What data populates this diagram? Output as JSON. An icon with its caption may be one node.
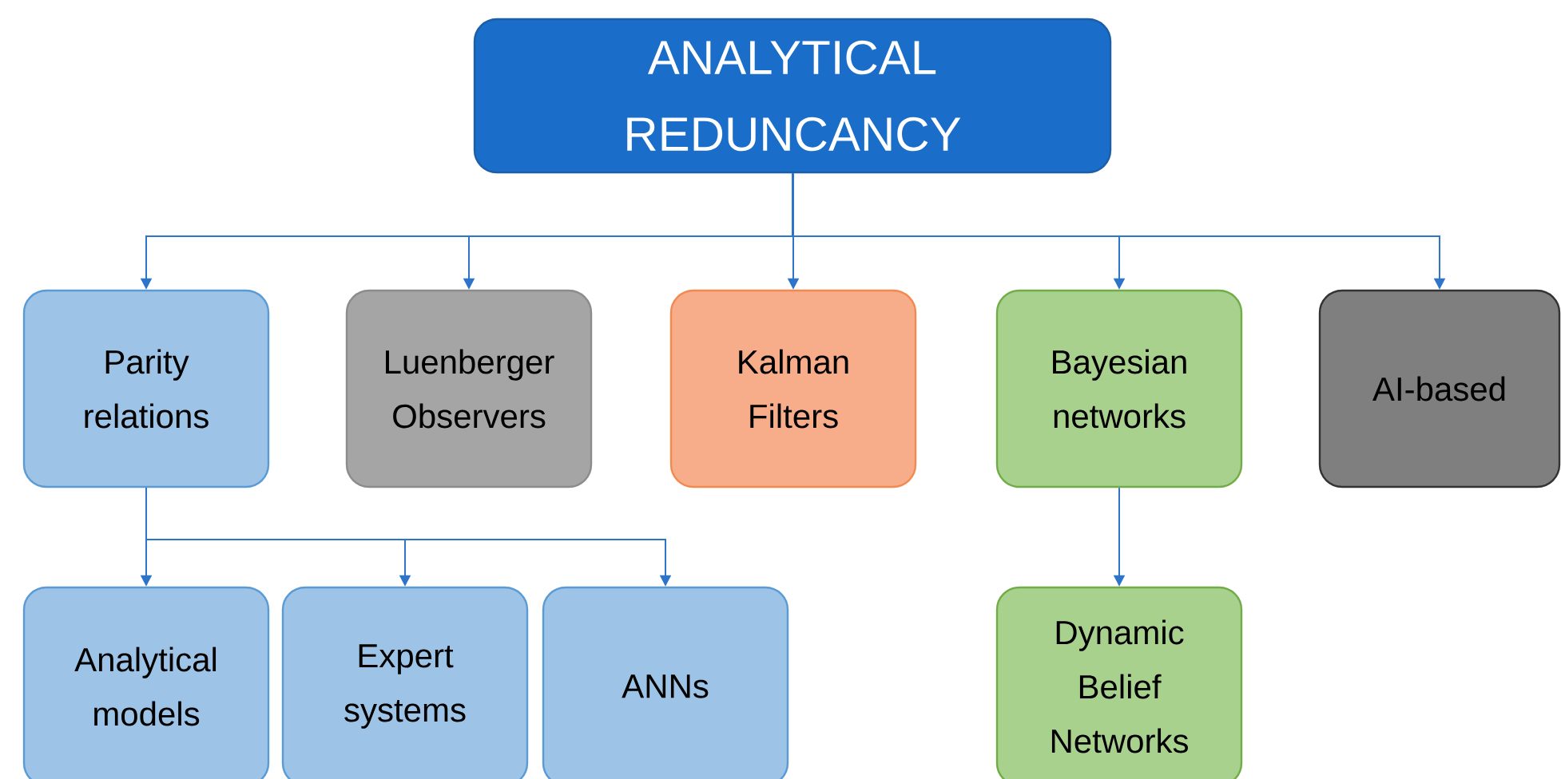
{
  "diagram": {
    "nodes": [
      {
        "text": [
          "ANALYTICAL REDUNCANCY"
        ]
      },
      {
        "text": [
          "Parity relations"
        ]
      },
      {
        "text": [
          "Luenberger Observers"
        ]
      },
      {
        "text": [
          "Kalman Filters"
        ]
      },
      {
        "text": [
          "Bayesian networks"
        ]
      },
      {
        "text": [
          "AI-based"
        ]
      },
      {
        "text": [
          "Analytical models"
        ]
      },
      {
        "text": [
          "Expert systems"
        ]
      },
      {
        "text": [
          "ANNs"
        ]
      },
      {
        "text": [
          "Dynamic Belief Networks"
        ]
      }
    ],
    "edges": [
      {
        "from": 0,
        "to": 1,
        "arrow": "to"
      },
      {
        "from": 0,
        "to": 2,
        "arrow": "to"
      },
      {
        "from": 0,
        "to": 3,
        "arrow": "to"
      },
      {
        "from": 0,
        "to": 4,
        "arrow": "to"
      },
      {
        "from": 0,
        "to": 5,
        "arrow": "to"
      },
      {
        "from": 1,
        "to": 6,
        "arrow": "to"
      },
      {
        "from": 1,
        "to": 7,
        "arrow": "to"
      },
      {
        "from": 1,
        "to": 8,
        "arrow": "to"
      },
      {
        "from": 4,
        "to": 9,
        "arrow": "to"
      }
    ]
  }
}
